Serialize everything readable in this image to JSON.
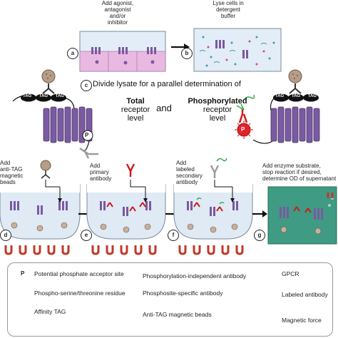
{
  "steps": {
    "a": "a",
    "b": "b",
    "c": "c",
    "d": "d",
    "e": "e",
    "f": "f",
    "g": "g"
  },
  "top": {
    "add_agonist": "Add agonist,\nantagonist\nand/or\ninhibitor",
    "lyse_cells": "Lyse cells in\ndetergent\nbuffer"
  },
  "divide_text": "Divide lysate for a parallel determination of",
  "total": {
    "bold": "Total",
    "rest": "receptor\nlevel"
  },
  "and_text": "and",
  "phos": {
    "bold": "Phosphorylated",
    "rest": "receptor\nlevel"
  },
  "tag_label": "TAG",
  "p_label": "P",
  "bottom": {
    "add_beads": "Add\nanti-TAG\nmagnetic\nbeads",
    "add_primary": "Add\nprimary\nantibody",
    "add_secondary": "Add\nlabeled\nsecondary\nantibody",
    "add_substrate": "Add enzyme substrate,\nstop reaction if desired,\ndetermine OD of supernatant"
  },
  "legend": {
    "acceptor": "Potential phosphate acceptor site",
    "phospho_residue": "Phospho-serine/threonine residue",
    "affinity_tag": "Affinity TAG",
    "phos_independent": "Phosphorylation-independent antibody",
    "phosphosite": "Phosphosite-specific antibody",
    "beads": "Anti-TAG magnetic beads",
    "gpcr": "GPCR",
    "labeled_ab": "Labeled antibody",
    "magnetic": "Magnetic force"
  },
  "colors": {
    "receptor": "#7a5aa0",
    "phospho": "#e0242a",
    "magnet_red": "#c0392b",
    "well_fill": "#dfeaf5",
    "well_fill_green": "#3f9b83",
    "cell_fill": "#d6a4d4",
    "bead": "#b89d86",
    "label_green": "#3aa84a"
  }
}
